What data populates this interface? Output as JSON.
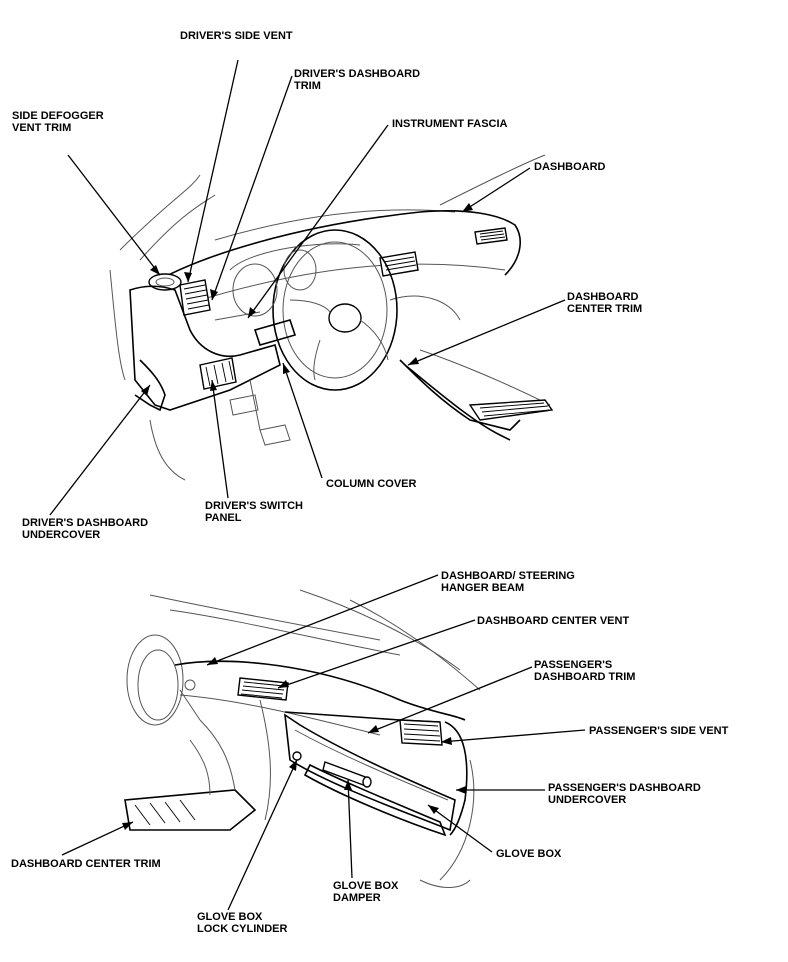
{
  "labels": {
    "drivers_side_vent": "DRIVER'S SIDE VENT",
    "drivers_dashboard_trim": [
      "DRIVER'S DASHBOARD",
      "TRIM"
    ],
    "side_defogger_vent_trim": [
      "SIDE DEFOGGER",
      "VENT TRIM"
    ],
    "instrument_fascia": "INSTRUMENT FASCIA",
    "dashboard": "DASHBOARD",
    "dashboard_center_trim_top": [
      "DASHBOARD",
      "CENTER TRIM"
    ],
    "column_cover": "COLUMN COVER",
    "drivers_switch_panel": [
      "DRIVER'S SWITCH",
      "PANEL"
    ],
    "drivers_dashboard_undercover": [
      "DRIVER'S DASHBOARD",
      "UNDERCOVER"
    ],
    "dashboard_steering_hanger_beam": [
      "DASHBOARD/ STEERING",
      "HANGER BEAM"
    ],
    "dashboard_center_vent": "DASHBOARD CENTER VENT",
    "passengers_dashboard_trim": [
      "PASSENGER'S",
      "DASHBOARD TRIM"
    ],
    "passengers_side_vent": "PASSENGER'S SIDE VENT",
    "passengers_dashboard_undercover": [
      "PASSENGER'S DASHBOARD",
      "UNDERCOVER"
    ],
    "glove_box": "GLOVE BOX",
    "dashboard_center_trim_bottom": "DASHBOARD CENTER TRIM",
    "glove_box_damper": [
      "GLOVE BOX",
      "DAMPER"
    ],
    "glove_box_lock_cylinder": [
      "GLOVE BOX",
      "LOCK CYLINDER"
    ]
  }
}
